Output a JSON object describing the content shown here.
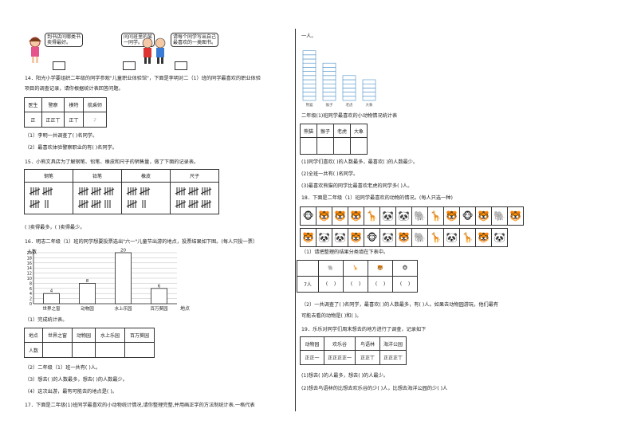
{
  "top_bubbles": [
    "到书店问哪类书\n卖得最好。",
    "问问班里的某\n一同学。",
    "请每个同学写出自己\n最喜欢的一类图书。"
  ],
  "q14": {
    "title": "14．阳光小学要组织二年级的同学参观\"儿童职业体验馆\"，下面是李明对二（1）班的同学最喜欢的职业体验",
    "title2": "项目的调查记录，请你根据统计表回答问题。",
    "headers": [
      "医生",
      "警察",
      "模特",
      "航乘师"
    ],
    "tallies": [
      "正",
      "正正丅",
      "正丅",
      "㇇"
    ],
    "q1": "（1）李明一共调查了(          )名同学。",
    "q2": "（2）最喜欢体验警察职业的有(          )名同学。"
  },
  "q15": {
    "title": "15．小熊文具店为了解钢笔、铅笔、橡皮和尺子的销售量，做了下面的记录表。",
    "headers": [
      "钢笔",
      "铅笔",
      "橡皮",
      "尺子"
    ],
    "answer": "(          )卖得最多，(          )卖得最少。"
  },
  "q16": {
    "title": "16．明志二年级（1）班的同学想要投票选出\"六一\"儿童节出游的地点，投票结果如下图。(每人只投一票）",
    "chart_data": {
      "type": "bar",
      "ylabel": "人数",
      "xlabel": "地点",
      "categories": [
        "世界之窗",
        "动物园",
        "水上乐园",
        "百万葵园"
      ],
      "values": [
        4,
        8,
        20,
        6
      ],
      "data_labels": [
        "4",
        "8",
        "20",
        "6"
      ],
      "ylim": [
        0,
        20
      ],
      "yticks": [
        "0",
        "2",
        "4",
        "6",
        "8",
        "10",
        "12",
        "14",
        "16",
        "18",
        "20"
      ]
    },
    "sub1": "（1）完成统计表。",
    "table_headers": [
      "地点",
      "世界之窗",
      "动物园",
      "水上乐园",
      "百万葵园"
    ],
    "row_label": "人数",
    "q2": "（2）二年级（1）班一共有(          )人。",
    "q3": "（3）想去(          )的人数最多，想去(          )的人数最少。",
    "q4": "（4）这次出游，最有可能去的地点是(          )。"
  },
  "q17": {
    "title": "17．下面是二年级(1)班同学最喜欢的小动物统计情况,请你整理完整,并用画正字的方法制统计表.一格代表",
    "cont": "一人。",
    "bar_labels": [
      "熊猫",
      "猴子",
      "老虎",
      "大象"
    ],
    "bar_values": [
      12,
      9,
      6,
      5
    ],
    "table_title": "二年级(1)班同学最喜欢的小动物情况统计表",
    "headers": [
      "熊猫",
      "猴子",
      "老虎",
      "大象"
    ],
    "q1": "(1)同学们喜欢(          )的人数最多，最喜欢(          )的人数最少。",
    "q2": "(2)全班一共有(          )名同学。",
    "q3": "(3)最喜欢熊猫的同学比最喜欢老虎的同学多(          )人。"
  },
  "q18": {
    "title": "18．下面是二年级（1）班同学最喜欢的动物的情况。(每人只选一种)",
    "row1": [
      "🐵",
      "🐯",
      "🐯",
      "🐯",
      "🦒",
      "🐼",
      "🐼",
      "🐘",
      "🦒",
      "🐯",
      "🐵",
      "🐯",
      "🐘",
      "🐯"
    ],
    "row2": [
      "🐯",
      "🐼",
      "🐼",
      "🐯",
      "🐵",
      "🐼",
      "🐯",
      "🐘",
      "🦒",
      "🐼",
      "🦒",
      "🐯",
      "🐼"
    ],
    "sub1": "（1）请把整理的结果分类填在下表中。",
    "table_icons": [
      "🐘",
      "🦒",
      "🐯",
      "🐵"
    ],
    "row_label": "7人",
    "q2a": "（2）一共调查了(          )名同学，最喜欢(          )的人数最多，有(          )人。如果去动物园游玩，他们最有",
    "q2b": "可能去看的动物是(          )和(          )。"
  },
  "q19": {
    "title": "19．乐乐对同学们周末想去的地方进行了调查，记录如下",
    "headers": [
      "动物园",
      "欢乐谷",
      "鸟语林",
      "海洋公园"
    ],
    "tallies": [
      "正正一",
      "正正正正一",
      "正正丅",
      "正正正丅"
    ],
    "q1": "(1)想去(          )的人最多，想去(          )的人最少。",
    "q2": "(2)想去鸟语林的比想去欢乐谷的少(          )人，比想去海洋公园的少(          )人"
  }
}
